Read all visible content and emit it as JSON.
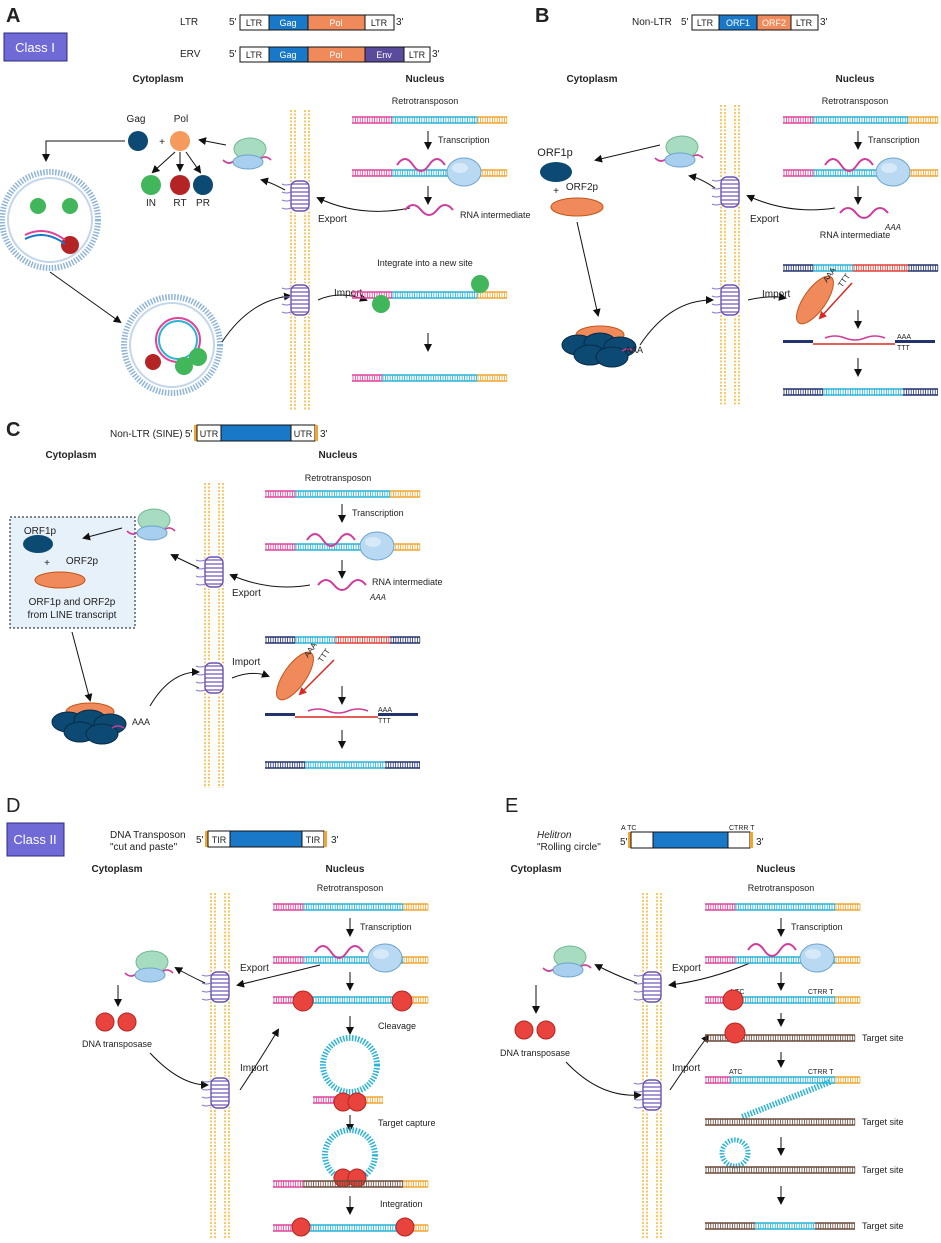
{
  "panels": {
    "A": {
      "letter": "A",
      "class_badge": "Class I",
      "schema_ltr": {
        "label": "LTR",
        "five": "5'",
        "three": "3'",
        "segments": [
          "LTR",
          "Gag",
          "Pol",
          "LTR"
        ]
      },
      "schema_erv": {
        "label": "ERV",
        "five": "5'",
        "three": "3'",
        "segments": [
          "LTR",
          "Gag",
          "Pol",
          "Env",
          "LTR"
        ]
      },
      "cytoplasm": "Cytoplasm",
      "nucleus": "Nucleus",
      "gag": "Gag",
      "plus": "+",
      "pol": "Pol",
      "in": "IN",
      "rt": "RT",
      "pr": "PR",
      "retrotransposon": "Retrotransposon",
      "transcription": "Transcription",
      "export": "Export",
      "rna_intermediate": "RNA intermediate",
      "integrate": "Integrate into a new site",
      "import": "Import"
    },
    "B": {
      "letter": "B",
      "schema": {
        "label": "Non-LTR",
        "five": "5'",
        "three": "3'",
        "segments": [
          "LTR",
          "ORF1",
          "ORF2",
          "LTR"
        ]
      },
      "cytoplasm": "Cytoplasm",
      "nucleus": "Nucleus",
      "orf1p": "ORF1p",
      "plus": "+",
      "orf2p": "ORF2p",
      "retrotransposon": "Retrotransposon",
      "transcription": "Transcription",
      "export": "Export",
      "rna_intermediate": "RNA intermediate",
      "aaa": "AAA",
      "ttt": "TTT",
      "import": "Import"
    },
    "C": {
      "letter": "C",
      "schema": {
        "label": "Non-LTR (SINE)",
        "five": "5'",
        "three": "3'",
        "segments": [
          "UTR",
          "UTR"
        ]
      },
      "cytoplasm": "Cytoplasm",
      "nucleus": "Nucleus",
      "orf1p": "ORF1p",
      "plus": "+",
      "orf2p": "ORF2p",
      "from_line_1": "ORF1p and ORF2p",
      "from_line_2": "from LINE transcript",
      "retrotransposon": "Retrotransposon",
      "transcription": "Transcription",
      "export": "Export",
      "rna_intermediate": "RNA intermediate",
      "aaa": "AAA",
      "ttt": "TTT",
      "import": "Import"
    },
    "D": {
      "letter": "D",
      "class_badge": "Class II",
      "schema": {
        "label_1": "DNA Transposon",
        "label_2": "\"cut and paste\"",
        "five": "5'",
        "three": "3'",
        "segments": [
          "TIR",
          "TIR"
        ]
      },
      "cytoplasm": "Cytoplasm",
      "nucleus": "Nucleus",
      "retrotransposon": "Retrotransposon",
      "transcription": "Transcription",
      "export": "Export",
      "dna_transposase": "DNA transposase",
      "import": "Import",
      "cleavage": "Cleavage",
      "target_capture": "Target capture",
      "integration": "Integration"
    },
    "E": {
      "letter": "E",
      "schema": {
        "label_1": "Helitron",
        "label_2": "\"Rolling circle\"",
        "five": "5'",
        "three": "3'",
        "left_mark": "A TC",
        "right_mark": "CTRR  T"
      },
      "cytoplasm": "Cytoplasm",
      "nucleus": "Nucleus",
      "retrotransposon": "Retrotransposon",
      "transcription": "Transcription",
      "export": "Export",
      "dna_transposase": "DNA transposase",
      "import": "Import",
      "atc_1": "A TC",
      "ctrr_1": "CTRR  T",
      "atc_2": "ATC",
      "ctrr_2": "CTRR  T",
      "target_site": "Target site"
    }
  },
  "colors": {
    "badge": "#6f6ad6",
    "blue_gene": "#1a78c8",
    "orange_gene": "#f08a5b",
    "purple_gene": "#5a4b9c",
    "pink_dna": "#e0439a",
    "cyan_dna": "#29b3d6",
    "gold_dna": "#f0a630",
    "navy_dna": "#23336f",
    "red_dna": "#e0403a",
    "brown_dna": "#6b4a3a",
    "membrane": "#f7c86a",
    "green_ball": "#41b65a",
    "red_ball": "#b52424",
    "navy_ball": "#0c4a73",
    "ribosome_green": "#a8dcc0",
    "ribosome_blue": "#a8d0ee",
    "pore": "#8b73c8"
  }
}
